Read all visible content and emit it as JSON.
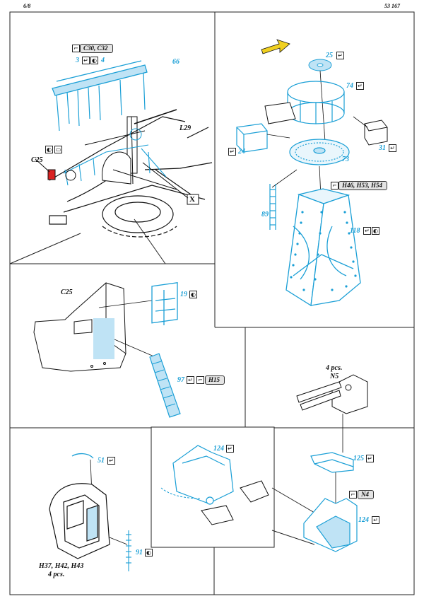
{
  "page": {
    "page_number": "6/8",
    "kit_number": "53 167"
  },
  "colors": {
    "etch": "#1a9fd6",
    "fill": "#bfe3f5",
    "tag_bg": "#e4e4e4",
    "highlight": "#d92222",
    "arrow": "#f0d020"
  },
  "panel_a": {
    "tag": "C30, C32",
    "p3": "3",
    "p4": "4",
    "p66": "66",
    "c25": "C25",
    "l29": "L29",
    "x": "X"
  },
  "panel_b": {
    "p25": "25",
    "p74": "74",
    "p24": "24",
    "p73": "73",
    "p31": "31",
    "tag": "H46, H53, H54",
    "p89": "89",
    "p118": "118"
  },
  "panel_c": {
    "c25": "C25",
    "p19": "19",
    "p97": "97",
    "tag": "H15"
  },
  "panel_d": {
    "pcs": "4 pcs.",
    "n5": "N5",
    "p125": "125",
    "tag": "N4",
    "p124b": "124"
  },
  "panel_e": {
    "p51": "51",
    "p91": "91",
    "parts": "H37, H42, H43",
    "pcs": "4 pcs.",
    "p124": "124"
  }
}
